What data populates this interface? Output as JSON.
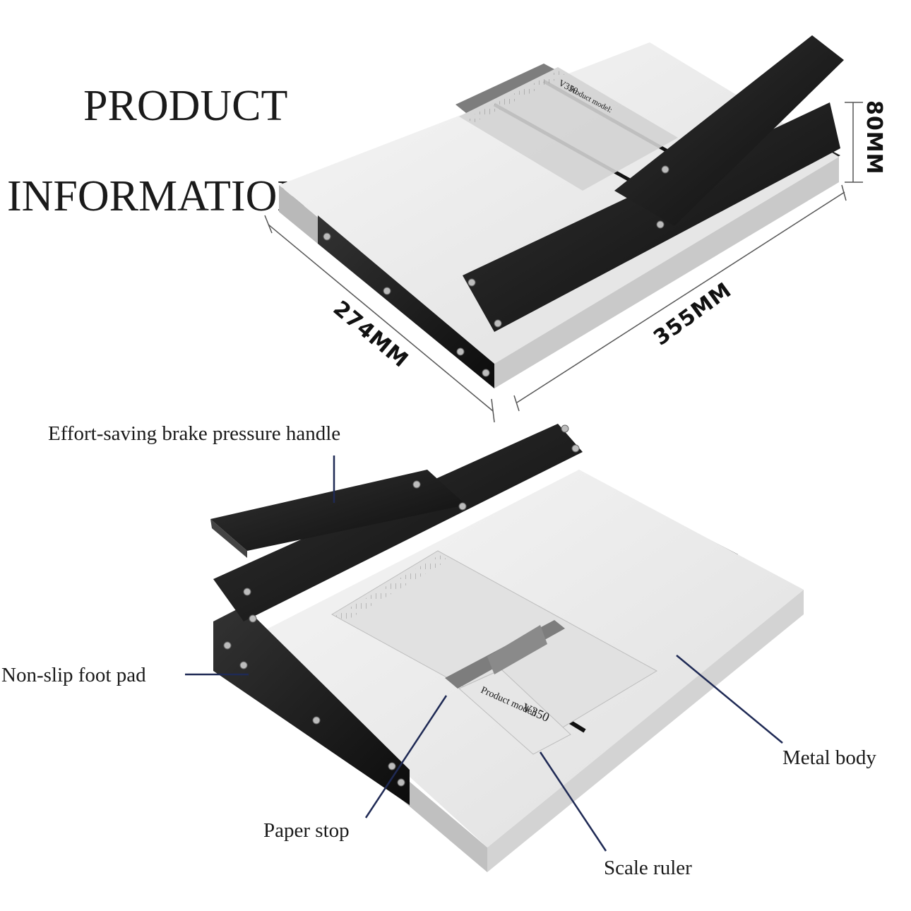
{
  "header": {
    "title_line1": "PRODUCT",
    "title_line2": "INFORMATION"
  },
  "dimensions": {
    "width": "274MM",
    "length": "355MM",
    "height": "80MM"
  },
  "product": {
    "model_label": "Product model:",
    "model_name": "V350"
  },
  "callouts": {
    "handle": "Effort-saving brake pressure handle",
    "foot_pad": "Non-slip foot pad",
    "metal_body": "Metal body",
    "paper_stop": "Paper stop",
    "scale_ruler": "Scale ruler"
  },
  "colors": {
    "metal_black": "#1b1b1b",
    "board_white": "#e9e9e9",
    "board_side": "#c9c9c9",
    "leader_line": "#1f2a55",
    "stop_grey": "#7d7d7d"
  }
}
